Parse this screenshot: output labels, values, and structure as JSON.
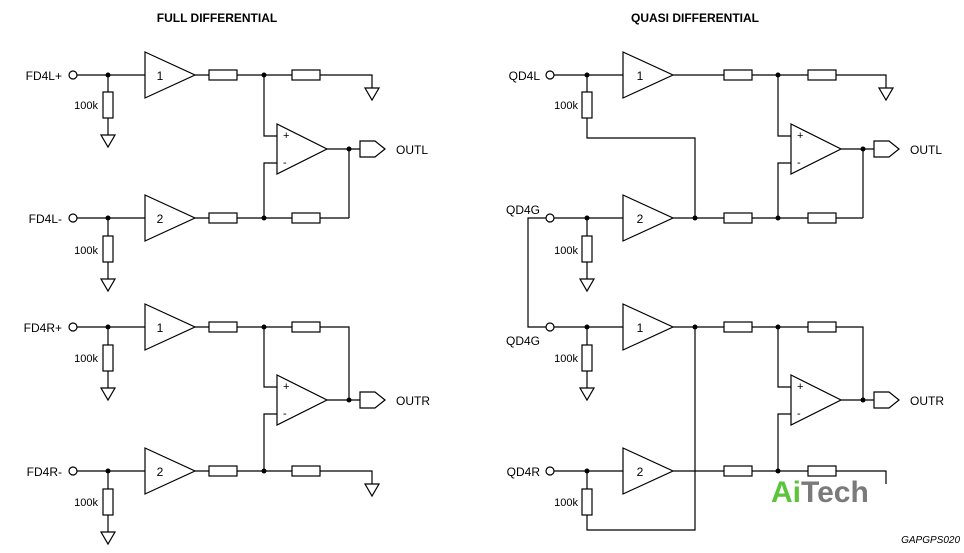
{
  "diagram": {
    "left_title": "FULL DIFFERENTIAL",
    "right_title": "QUASI DIFFERENTIAL",
    "left_inputs": [
      "FD4L+",
      "FD4L-",
      "FD4R+",
      "FD4R-"
    ],
    "right_inputs": [
      "QD4L",
      "QD4G",
      "QD4G",
      "QD4R"
    ],
    "resistor_label": "100k",
    "buffer_labels": [
      "1",
      "2",
      "1",
      "2"
    ],
    "opamp_plus": "+",
    "opamp_minus": "-",
    "outputs": [
      "OUTL",
      "OUTR",
      "OUTL",
      "OUTR"
    ],
    "watermark_a": "Ai",
    "watermark_b": "Tech",
    "figure_code": "GAPGPS020"
  }
}
